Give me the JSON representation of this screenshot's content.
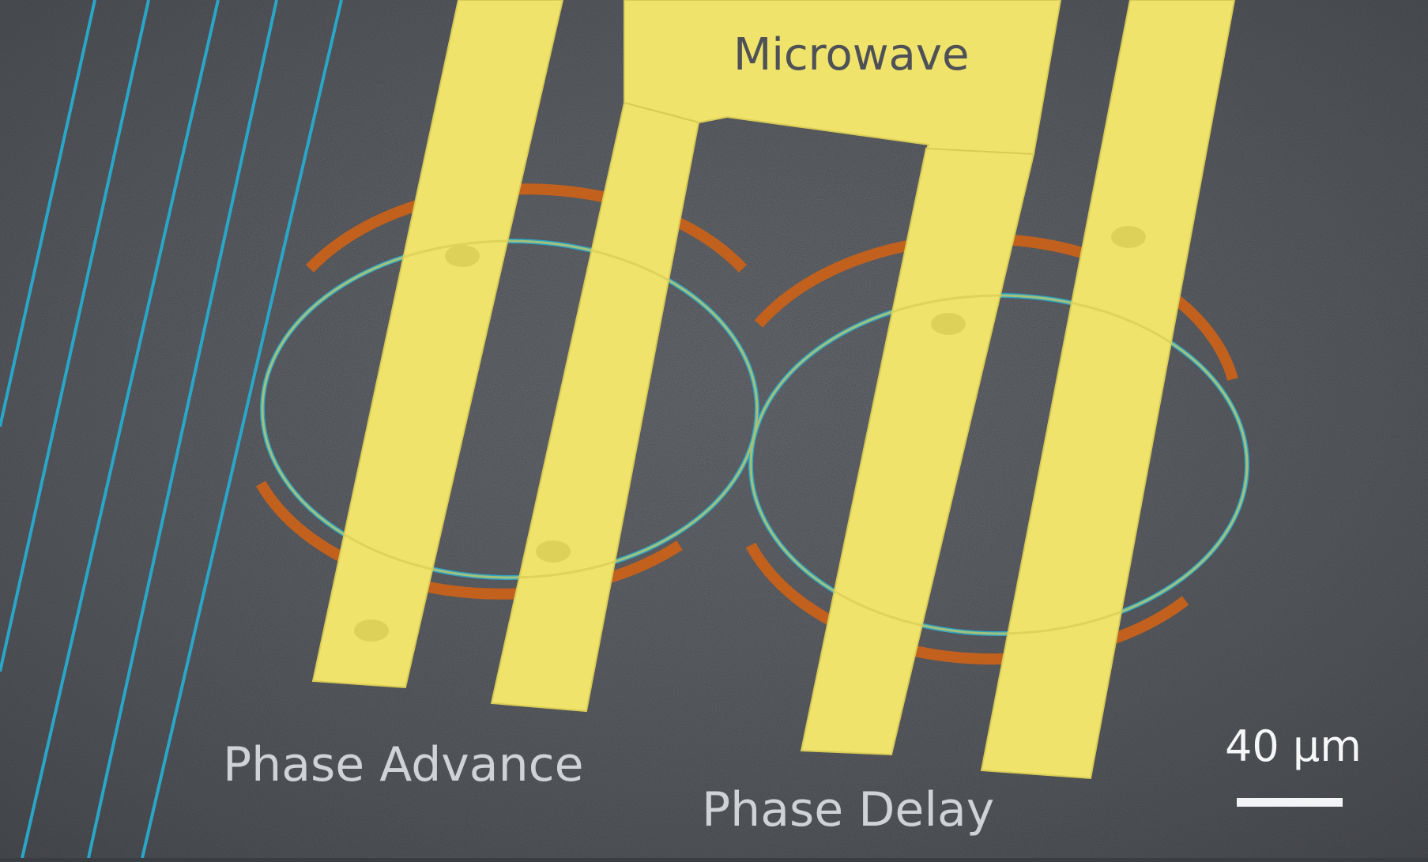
{
  "labels": {
    "microwave": "Microwave",
    "phase_advance": "Phase Advance",
    "phase_delay": "Phase Delay",
    "scale": "40 µm"
  },
  "colors": {
    "substrate": "#45484d",
    "electrode": "#efe36b",
    "waveguide": "#2aa6c8",
    "ring_heater": "#c2601e"
  }
}
